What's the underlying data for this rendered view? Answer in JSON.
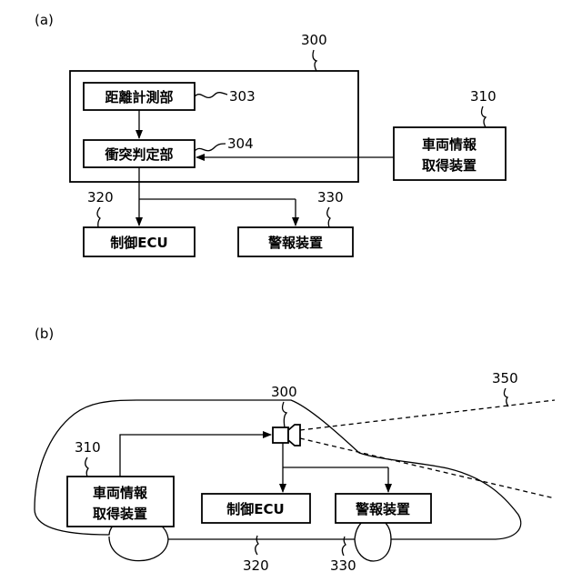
{
  "panel_a": {
    "panel_label": "(a)",
    "outer_ref": "300",
    "distance_unit": {
      "text": "距離計測部",
      "ref": "303"
    },
    "collision_unit": {
      "text": "衝突判定部",
      "ref": "304"
    },
    "vehicle_info": {
      "line1": "車両情報",
      "line2": "取得装置",
      "ref": "310"
    },
    "control_ecu": {
      "text": "制御ECU",
      "ref": "320"
    },
    "alarm": {
      "text": "警報装置",
      "ref": "330"
    }
  },
  "panel_b": {
    "panel_label": "(b)",
    "sensor_ref": "300",
    "beam_ref": "350",
    "vehicle_info": {
      "line1": "車両情報",
      "line2": "取得装置",
      "ref": "310"
    },
    "control_ecu": {
      "text": "制御ECU",
      "ref": "320"
    },
    "alarm": {
      "text": "警報装置",
      "ref": "330"
    }
  }
}
